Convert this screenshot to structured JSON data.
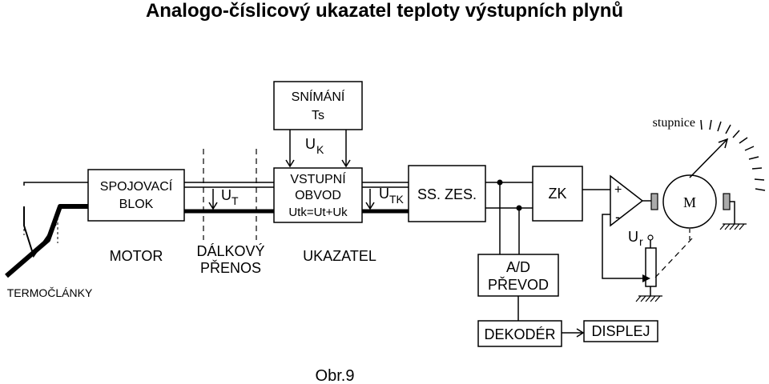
{
  "title": "Analogo-číslicový ukazatel teploty výstupních plynů",
  "figure_label": "Obr.9",
  "blocks": {
    "snimani_line1": "SNÍMÁNÍ",
    "snimani_line2": "Ts",
    "spojovaci_line1": "SPOJOVACÍ",
    "spojovaci_line2": "BLOK",
    "vstupni_line1": "VSTUPNÍ",
    "vstupni_line2": "OBVOD",
    "vstupni_line3": "Utk=Ut+Uk",
    "zesilovac": "SS. ZES.",
    "zk": "ZK",
    "ad_line1": "A/D",
    "ad_line2": "PŘEVOD",
    "dekoder": "DEKODÉR",
    "displej": "DISPLEJ"
  },
  "labels": {
    "termoclanky": "TERMOČLÁNKY",
    "motor_label": "MOTOR",
    "dalkovy_line1": "DÁLKOVÝ",
    "dalkovy_line2": "PŘENOS",
    "ukazatel": "UKAZATEL",
    "ut_main": "U",
    "ut_sub": "T",
    "uk_main": "U",
    "uk_sub": "K",
    "utk_main": "U",
    "utk_sub": "TK",
    "ur_main": "U",
    "ur_sub": "r",
    "stupnice": "stupnice",
    "motor_symbol": "M",
    "plus": "+",
    "minus": "-"
  }
}
